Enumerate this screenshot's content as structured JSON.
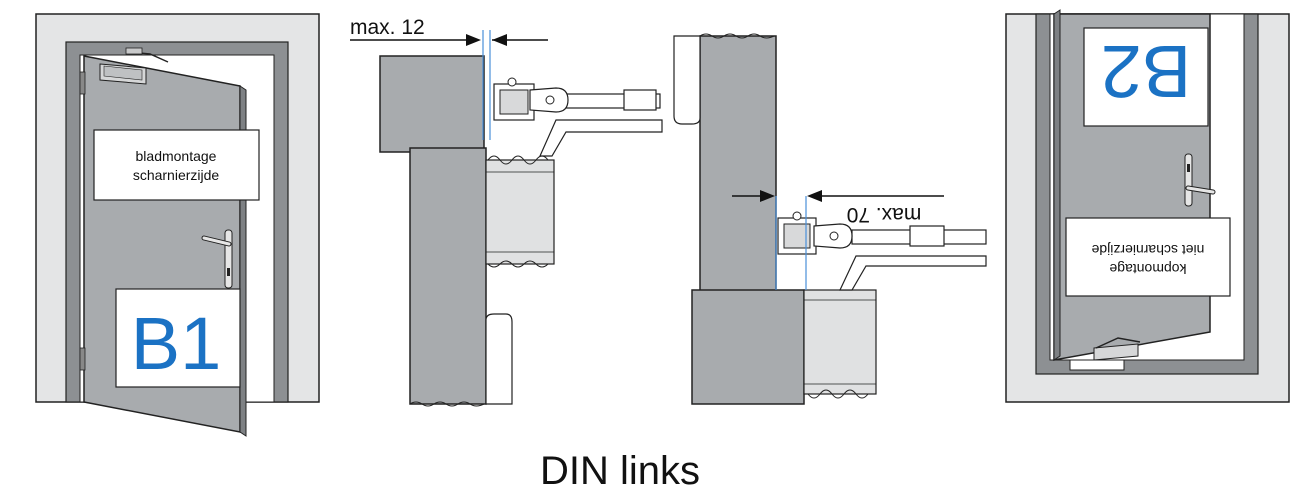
{
  "title": "DIN links",
  "panel_b1": {
    "label_line1": "bladmontage",
    "label_line2": "scharnierzijde",
    "code": "B1"
  },
  "panel_b2": {
    "label_line1": "kopmontage",
    "label_line2": "niet scharnierzijde",
    "code": "B2"
  },
  "dimension_top": {
    "text": "max. 12"
  },
  "dimension_bottom": {
    "text": "max. 70"
  },
  "colors": {
    "door_gray": "#a8abae",
    "wall_gray": "#e4e5e6",
    "frame_gray": "#8d9093",
    "accent_blue": "#1b72c4",
    "dim_line_blue": "#4a90d9"
  }
}
